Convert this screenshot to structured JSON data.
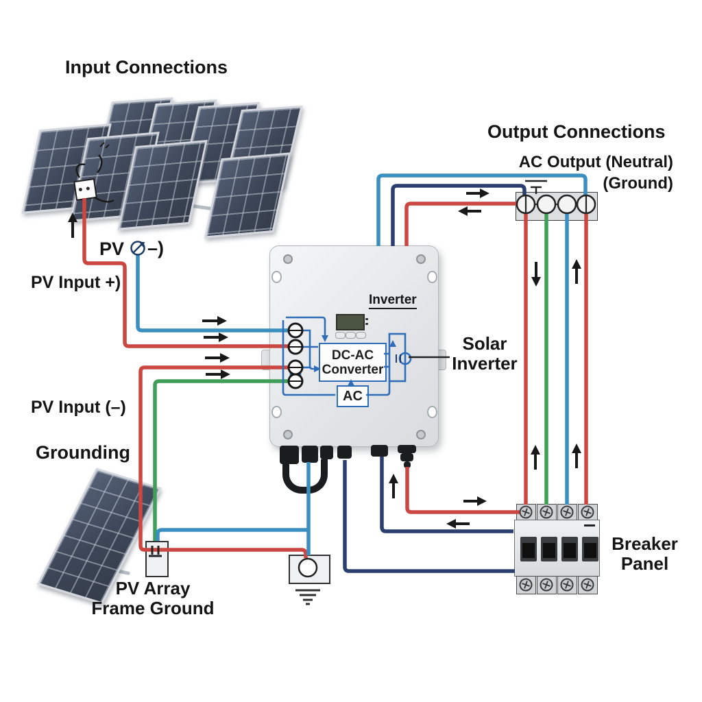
{
  "headings": {
    "input": "Input Connections",
    "output": "Output Connections"
  },
  "labels": {
    "pv_prefix": "PV",
    "pv_suffix": "–)",
    "pv_input_pos": "PV Input +)",
    "pv_input_neg": "PV Input (–)",
    "grounding": "Grounding",
    "pv_array_frame_ground": {
      "line1": "PV Array",
      "line2": "Frame Ground"
    },
    "ac_output": {
      "line1": "AC Output (Neutral)",
      "line2": "(Ground)"
    },
    "solar_inverter": {
      "line1": "Solar",
      "line2": "Inverter"
    },
    "breaker_panel": {
      "line1": "Breaker",
      "line2": "Panel"
    }
  },
  "inverter": {
    "name": "Inverter",
    "converter": {
      "line1": "DC-AC",
      "line2": "Converter"
    },
    "ac_block": "AC"
  },
  "colors": {
    "wire_red": "#cb4742",
    "wire_blue": "#3a8fc0",
    "wire_navy": "#2b3f6e",
    "wire_green": "#3f9e57",
    "schematic_blue": "#2f6db8",
    "arrow_black": "#181818"
  }
}
